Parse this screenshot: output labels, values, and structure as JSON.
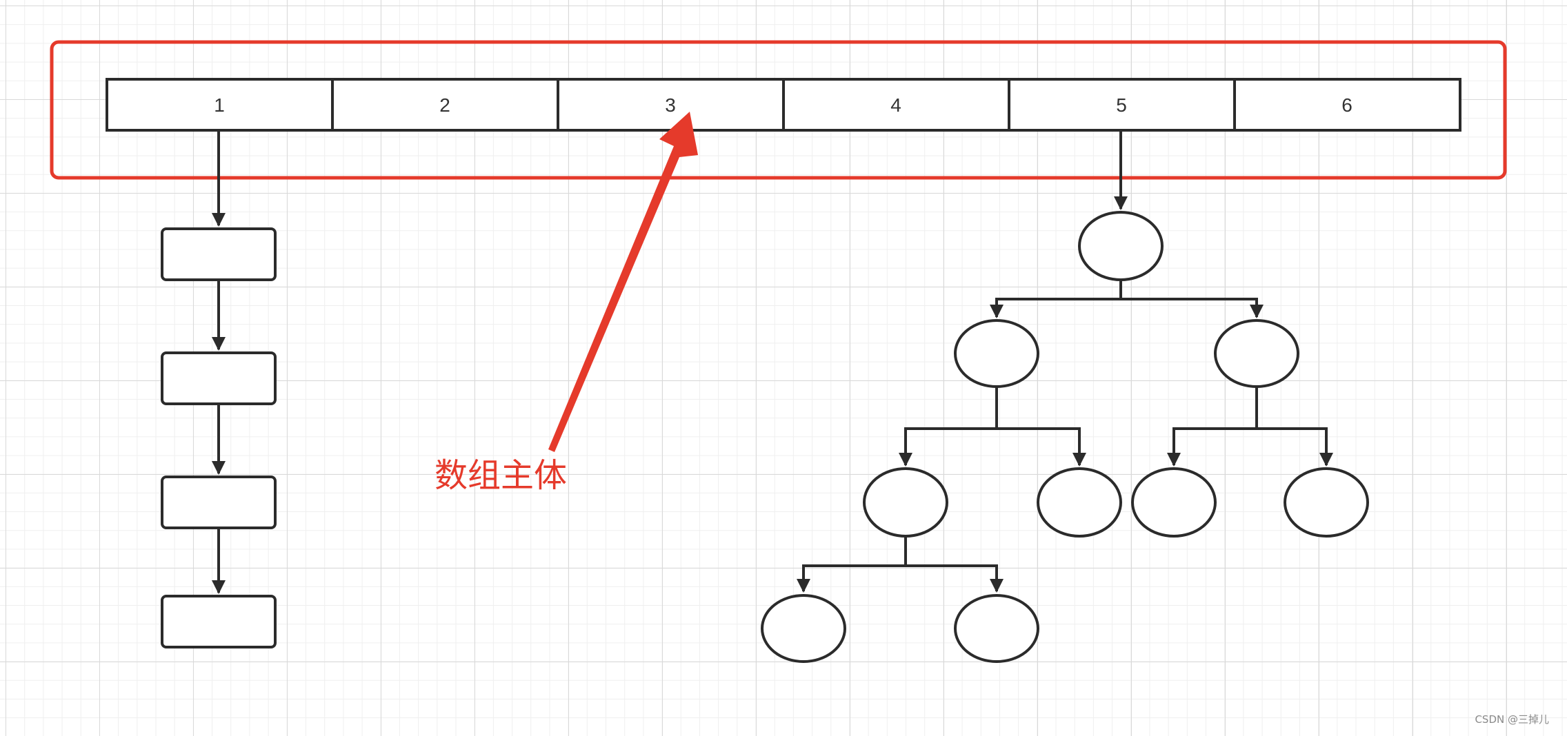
{
  "array": {
    "cells": [
      "1",
      "2",
      "3",
      "4",
      "5",
      "6"
    ]
  },
  "annotation": {
    "label": "数组主体"
  },
  "watermark": "CSDN @三掉儿",
  "colors": {
    "highlight": "#e53a2b",
    "stroke": "#2b2b2b",
    "grid_major": "#d9d9d9",
    "grid_minor": "#efefef"
  },
  "diagram": {
    "linked_list": {
      "from_cell": "1",
      "node_count": 4
    },
    "tree": {
      "from_cell": "5",
      "nodes": [
        "root",
        "L",
        "R",
        "LL",
        "LR",
        "RL",
        "RR",
        "LLL",
        "LLR"
      ],
      "edges": [
        [
          "root",
          "L"
        ],
        [
          "root",
          "R"
        ],
        [
          "L",
          "LL"
        ],
        [
          "L",
          "LR"
        ],
        [
          "R",
          "RL"
        ],
        [
          "R",
          "RR"
        ],
        [
          "LL",
          "LLL"
        ],
        [
          "LL",
          "LLR"
        ]
      ]
    }
  }
}
